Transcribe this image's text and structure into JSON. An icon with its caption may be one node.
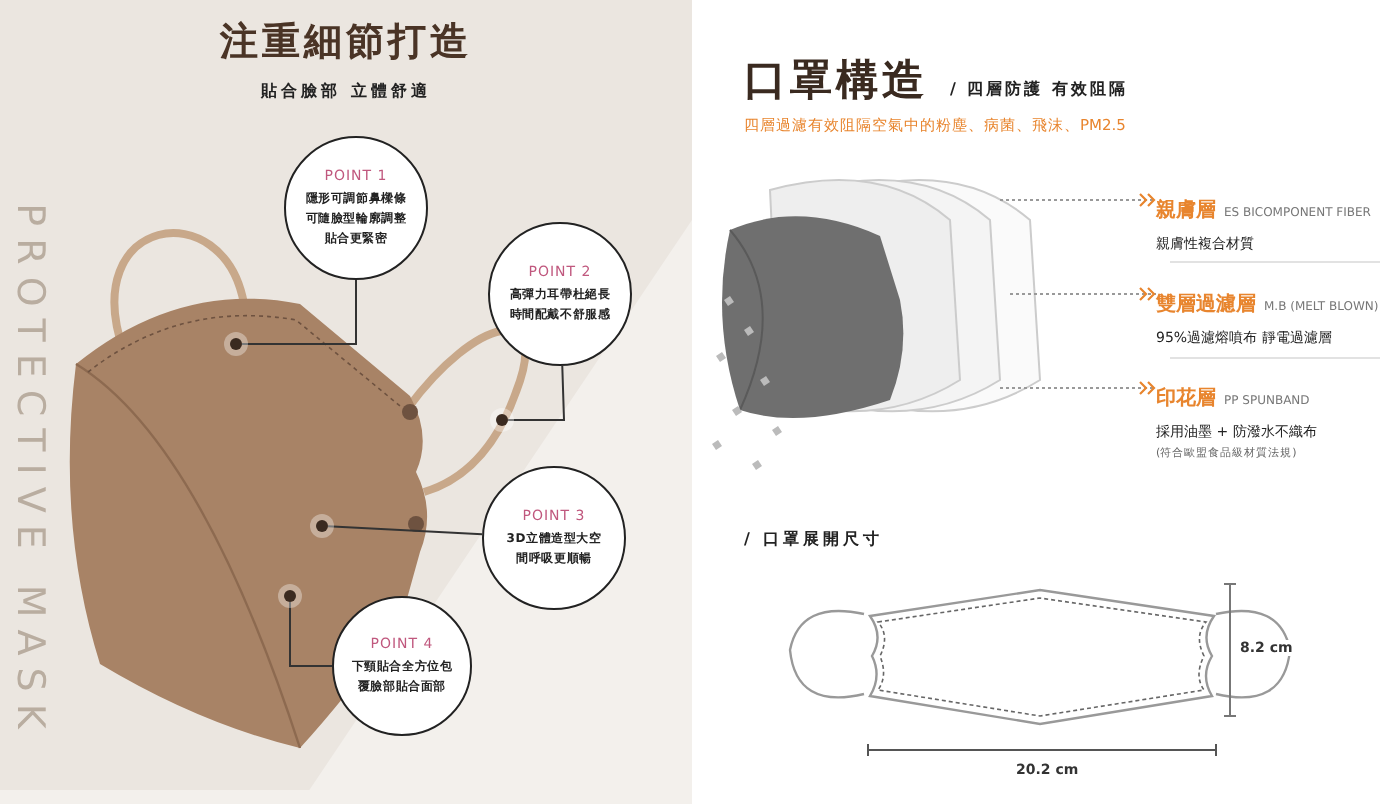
{
  "diagram": {
    "nodes": [
      {
        "text": [
          "POINT 1",
          "隱形可調節鼻樑條可隨臉型輪廓調整貼合更緊密"
        ]
      },
      {
        "text": [
          "POINT 2",
          "高彈力耳帶杜絕長時間配戴不舒服感"
        ]
      },
      {
        "text": [
          "POINT 3",
          "3D立體造型大空間呼吸更順暢"
        ]
      },
      {
        "text": [
          "POINT 4",
          "下頸貼合全方位包覆臉部貼合面部"
        ]
      },
      {
        "text": [],
        "shape": "circle"
      },
      {
        "text": [],
        "shape": "circle"
      },
      {
        "text": [],
        "shape": "circle"
      },
      {
        "text": [],
        "shape": "circle"
      },
      {
        "text": [
          "親膚層",
          "ES BICOMPONENT FIBER",
          "親膚性複合材質"
        ]
      },
      {
        "text": [
          "雙層過濾層",
          "M.B (MELT BLOWN)",
          "95%過濾熔噴布 靜電過濾層"
        ]
      },
      {
        "text": [
          "印花層",
          "PP SPUNBAND",
          "採用油墨 + 防潑水不織布",
          "(符合歐盟食品級材質法規)"
        ]
      }
    ],
    "edges": [
      {
        "from": 0,
        "to": 4,
        "arrow": "none"
      },
      {
        "from": 1,
        "to": 5,
        "arrow": "none"
      },
      {
        "from": 2,
        "to": 6,
        "arrow": "none"
      },
      {
        "from": 3,
        "to": 7,
        "arrow": "none"
      },
      {
        "from": null,
        "to": 8,
        "arrow": "to",
        "style": "dashed",
        "color": "#999999"
      },
      {
        "from": null,
        "to": 9,
        "arrow": "to",
        "style": "dashed",
        "color": "#999999"
      },
      {
        "from": null,
        "to": 10,
        "arrow": "to",
        "style": "dashed",
        "color": "#999999"
      }
    ],
    "labels": [
      "注重細節打造",
      "貼合臉部 立體舒適",
      "PROTECTIVE MASK",
      "口罩構造",
      "/ 四層防護 有效阻隔",
      "四層過濾有效阻隔空氣中的粉塵、病菌、飛沫、PM2.5",
      "/ 口罩展開尺寸",
      "8.2 cm",
      "20.2 cm"
    ]
  }
}
